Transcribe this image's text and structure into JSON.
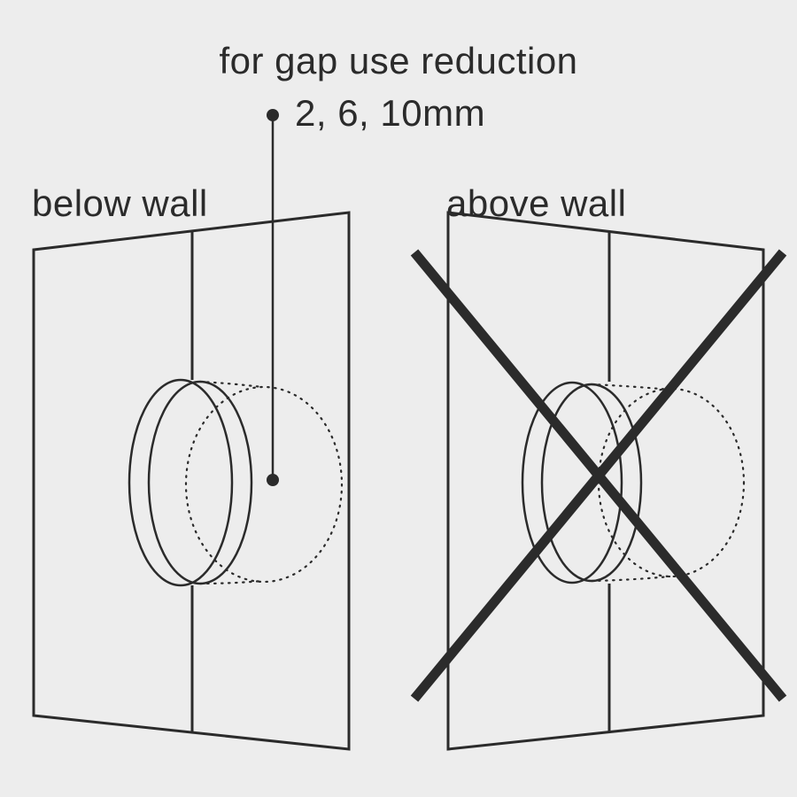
{
  "colors": {
    "background": "#ededed",
    "line": "#2b2b2b"
  },
  "annotation": {
    "title": "for gap use reduction",
    "sizes": "2, 6, 10mm"
  },
  "panels": {
    "left": {
      "label": "below wall"
    },
    "right": {
      "label": "above wall"
    }
  }
}
